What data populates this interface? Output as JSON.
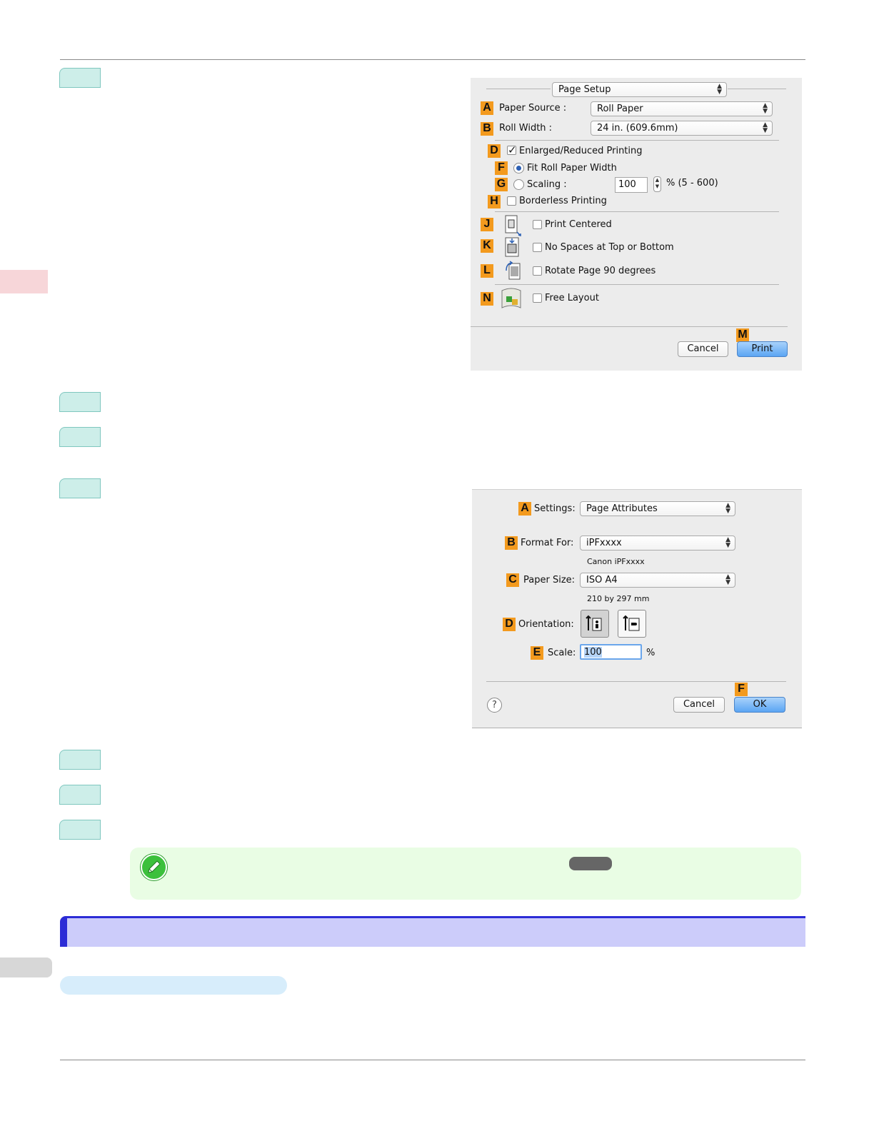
{
  "page_setup_dialog": {
    "mode_popup": "Page Setup",
    "paper_source": {
      "marker": "A",
      "label": "Paper Source :",
      "value": "Roll Paper"
    },
    "roll_width": {
      "marker": "B",
      "label": "Roll Width :",
      "value": "24 in. (609.6mm)"
    },
    "enlarged_reduced": {
      "marker": "D",
      "label": "Enlarged/Reduced Printing",
      "checked": true
    },
    "fit_roll_width": {
      "marker": "F",
      "label": "Fit Roll Paper Width",
      "selected": true
    },
    "scaling": {
      "marker": "G",
      "label": "Scaling :",
      "value": "100",
      "range": "% (5 - 600)",
      "selected": false
    },
    "borderless": {
      "marker": "H",
      "label": "Borderless Printing",
      "checked": false
    },
    "print_centered": {
      "marker": "J",
      "label": "Print Centered",
      "checked": false,
      "icon": "print-centered-icon"
    },
    "no_spaces": {
      "marker": "K",
      "label": "No Spaces at Top or Bottom",
      "checked": false,
      "icon": "no-spaces-icon"
    },
    "rotate_page": {
      "marker": "L",
      "label": "Rotate Page 90 degrees",
      "checked": false,
      "icon": "rotate-page-icon"
    },
    "free_layout": {
      "marker": "N",
      "label": "Free Layout",
      "checked": false,
      "icon": "free-layout-icon"
    },
    "print_marker": "M",
    "cancel_label": "Cancel",
    "print_label": "Print"
  },
  "page_attributes_dialog": {
    "settings": {
      "marker": "A",
      "label": "Settings:",
      "value": "Page Attributes"
    },
    "format_for": {
      "marker": "B",
      "label": "Format For:",
      "value": "iPFxxxx",
      "sub": "Canon iPFxxxx"
    },
    "paper_size": {
      "marker": "C",
      "label": "Paper Size:",
      "value": "ISO A4",
      "sub": "210 by 297 mm"
    },
    "orientation": {
      "marker": "D",
      "label": "Orientation:",
      "options": [
        "portrait-orientation-icon",
        "landscape-orientation-icon"
      ],
      "selected": "portrait-orientation-icon"
    },
    "scale": {
      "marker": "E",
      "label": "Scale:",
      "value": "100",
      "unit": "%"
    },
    "ok_marker": "F",
    "help_label": "?",
    "cancel_label": "Cancel",
    "ok_label": "OK"
  },
  "colors": {
    "marker_orange": "#f39a1e",
    "step_tab": "#cdeee9",
    "note_background": "#e9fde4",
    "section_bar": "#ccccfa",
    "section_accent": "#2c2cd6",
    "side_marker": "#f7d6d9"
  }
}
